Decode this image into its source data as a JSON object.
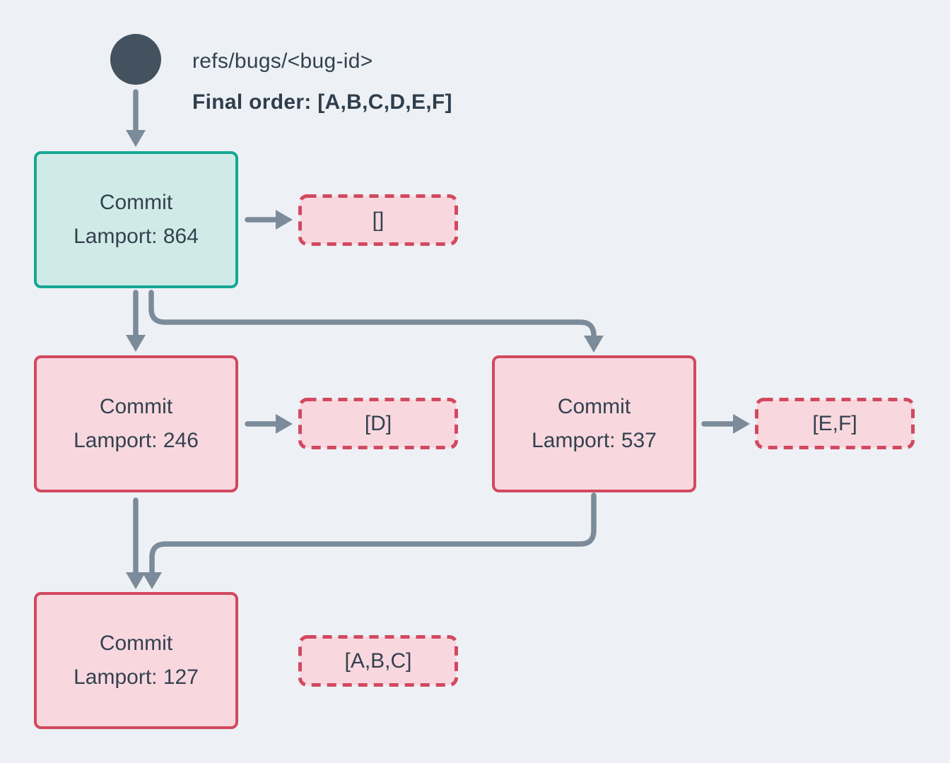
{
  "ref": {
    "name": "refs/bugs/<bug-id>",
    "final_order": "Final order: [A,B,C,D,E,F]"
  },
  "commits": [
    {
      "title": "Commit",
      "lamport": "Lamport: 864",
      "payload": "[]",
      "highlight": "head"
    },
    {
      "title": "Commit",
      "lamport": "Lamport: 246",
      "payload": "[D]",
      "highlight": "normal"
    },
    {
      "title": "Commit",
      "lamport": "Lamport: 537",
      "payload": "[E,F]",
      "highlight": "normal"
    },
    {
      "title": "Commit",
      "lamport": "Lamport: 127",
      "payload": "[A,B,C]",
      "highlight": "normal"
    }
  ],
  "colors": {
    "background": "#edf1f5",
    "slate_dot": "#44525f",
    "text": "#334150",
    "arrow": "#7b8b99",
    "teal_border": "#16a795",
    "teal_fill": "#d0ebe7",
    "crimson_border": "#d2495f",
    "pink_fill": "#f8d8de"
  }
}
